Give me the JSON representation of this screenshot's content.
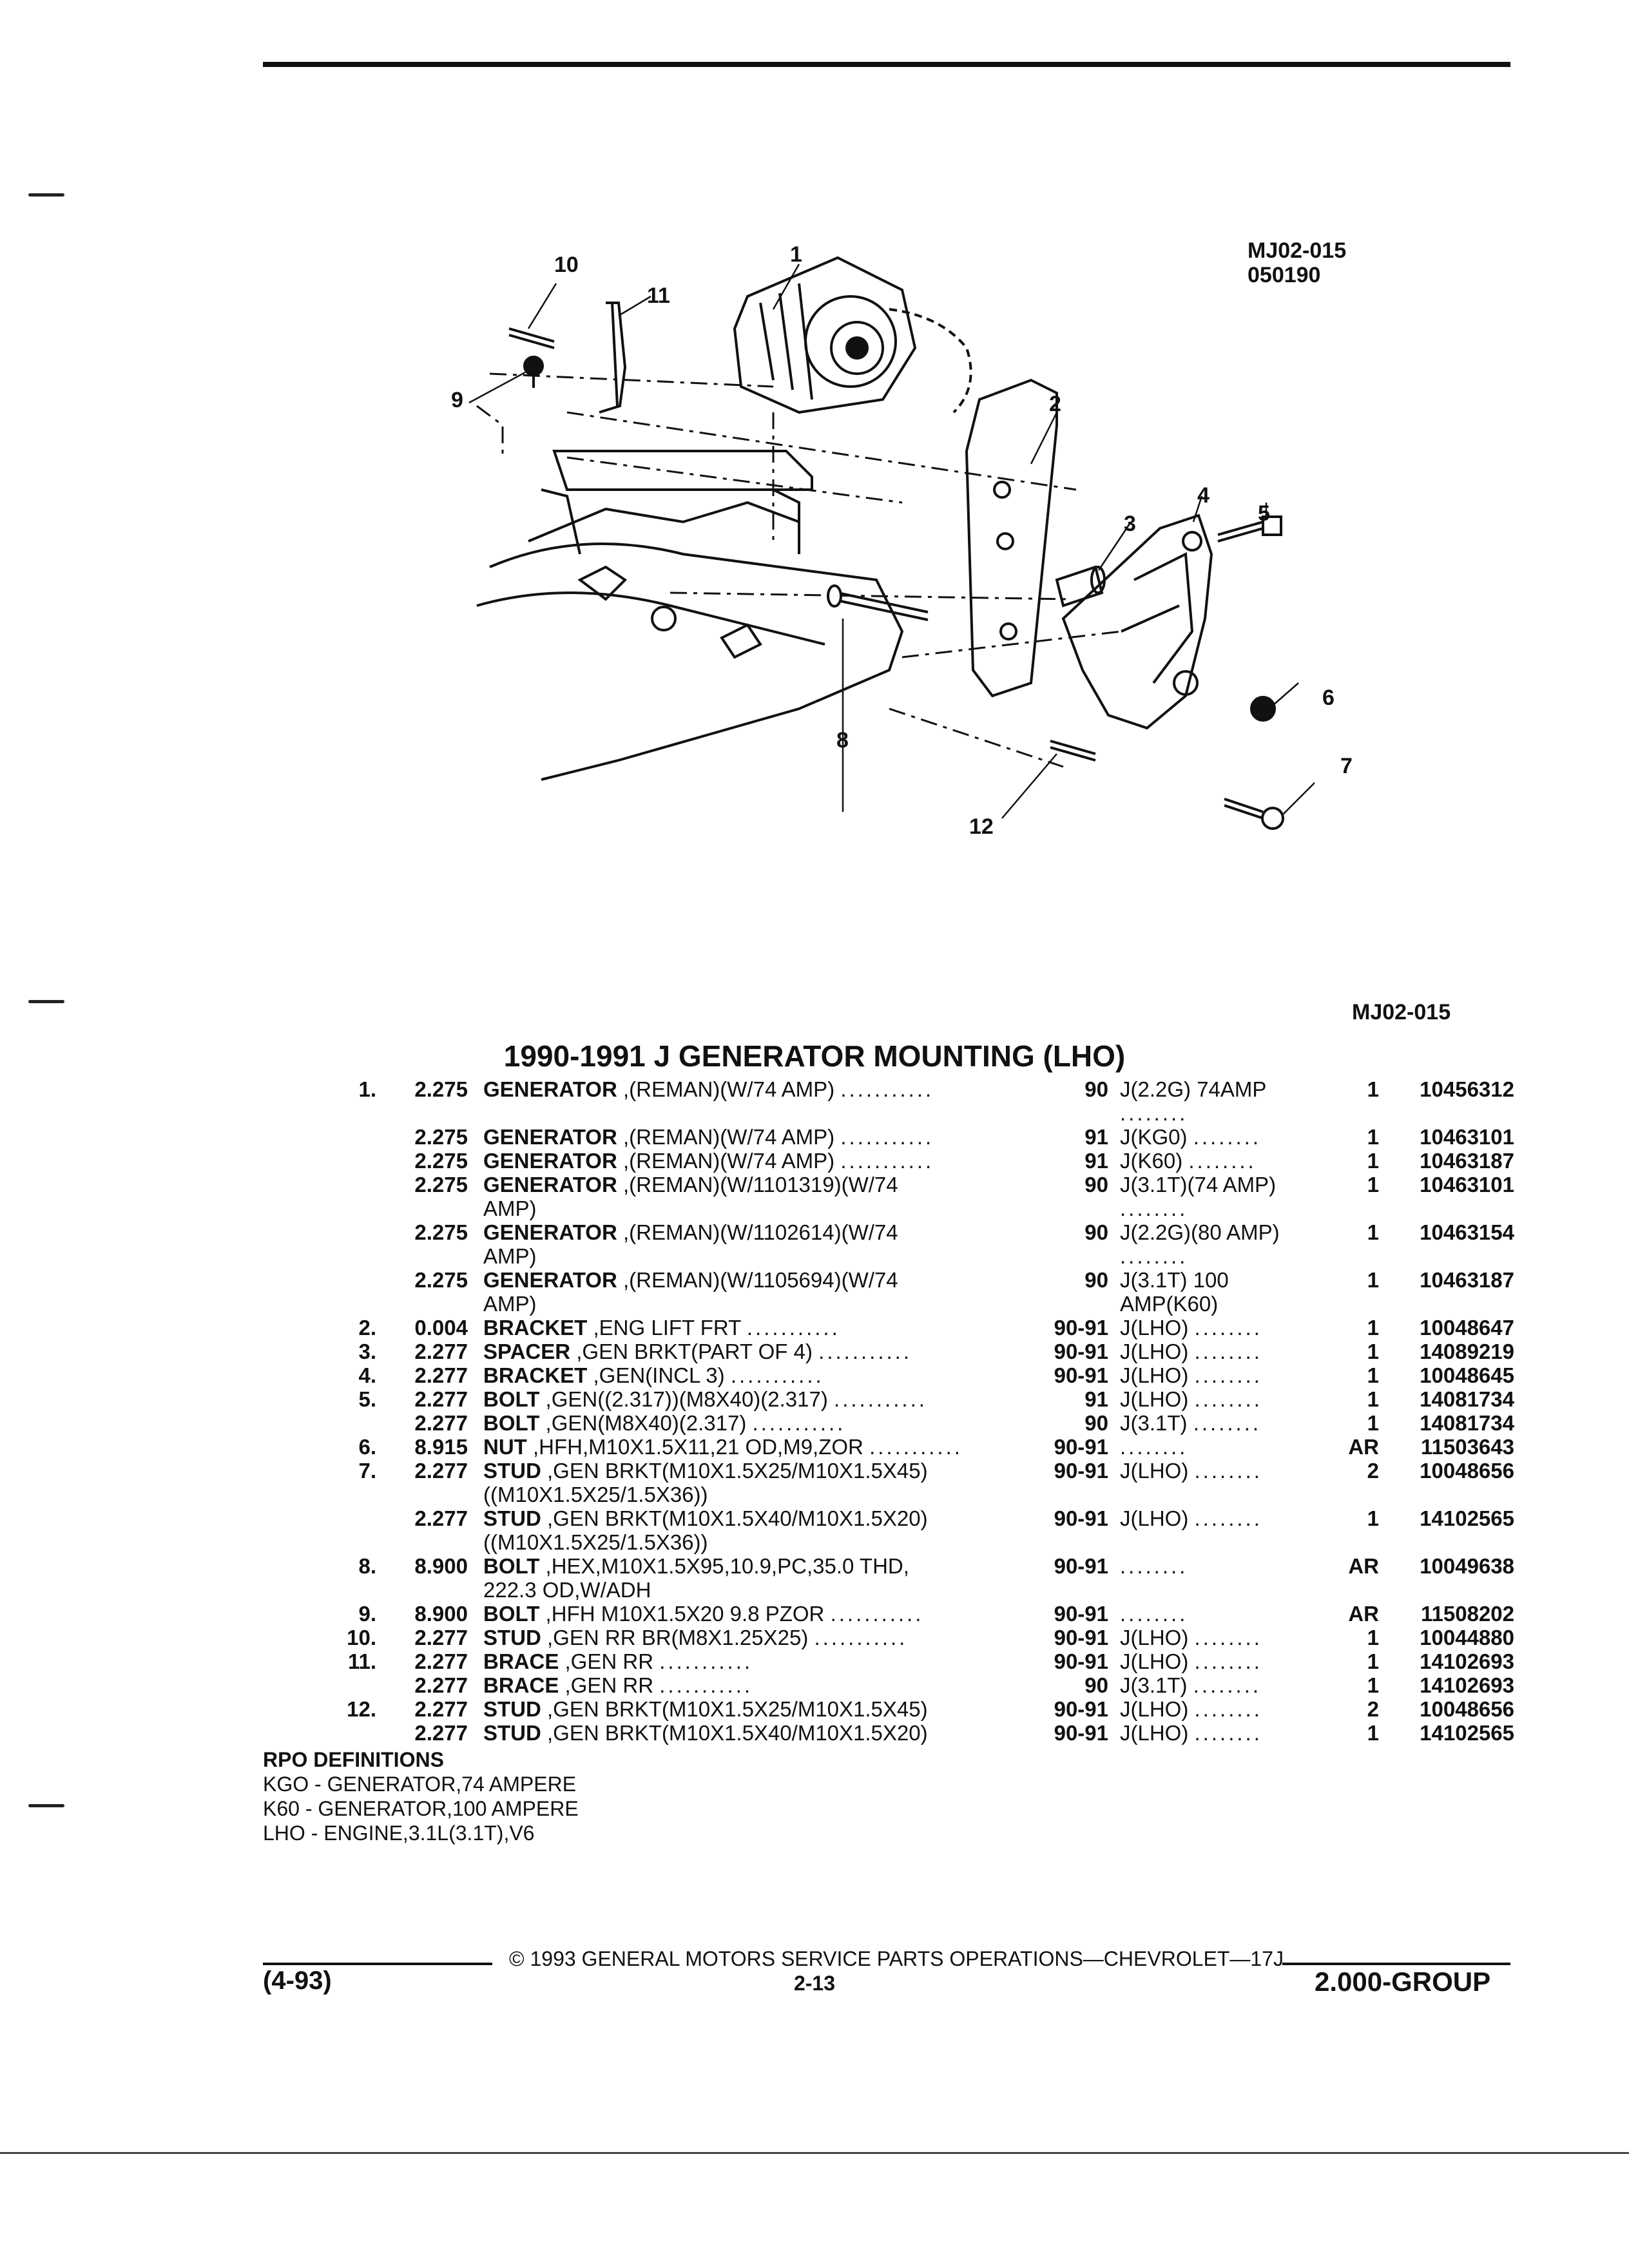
{
  "figure": {
    "code_top": "MJ02-015",
    "date_code": "050190",
    "ref": "MJ02-015",
    "callouts": [
      "1",
      "2",
      "3",
      "4",
      "5",
      "6",
      "7",
      "8",
      "9",
      "10",
      "11",
      "12"
    ]
  },
  "title": "1990-1991 J GENERATOR MOUNTING (LHO)",
  "parts": [
    {
      "ref": "1.",
      "grp": "2.275",
      "name": "GENERATOR",
      "desc": ",(REMAN)(W/74 AMP)",
      "desc2": "",
      "dots": true,
      "yr": "90",
      "model": "J(2.2G) 74AMP",
      "mdots": true,
      "qty": "1",
      "pn": "10456312"
    },
    {
      "ref": "",
      "grp": "2.275",
      "name": "GENERATOR",
      "desc": ",(REMAN)(W/74 AMP)",
      "desc2": "",
      "dots": true,
      "yr": "91",
      "model": "J(KG0)",
      "mdots": true,
      "qty": "1",
      "pn": "10463101"
    },
    {
      "ref": "",
      "grp": "2.275",
      "name": "GENERATOR",
      "desc": ",(REMAN)(W/74 AMP)",
      "desc2": "",
      "dots": true,
      "yr": "91",
      "model": "J(K60)",
      "mdots": true,
      "qty": "1",
      "pn": "10463187"
    },
    {
      "ref": "",
      "grp": "2.275",
      "name": "GENERATOR",
      "desc": ",(REMAN)(W/1101319)(W/74",
      "desc2": "AMP)",
      "dots": false,
      "yr": "90",
      "model": "J(3.1T)(74 AMP)",
      "mdots": true,
      "qty": "1",
      "pn": "10463101"
    },
    {
      "ref": "",
      "grp": "2.275",
      "name": "GENERATOR",
      "desc": ",(REMAN)(W/1102614)(W/74",
      "desc2": "AMP)",
      "dots": false,
      "yr": "90",
      "model": "J(2.2G)(80 AMP)",
      "mdots": true,
      "qty": "1",
      "pn": "10463154"
    },
    {
      "ref": "",
      "grp": "2.275",
      "name": "GENERATOR",
      "desc": ",(REMAN)(W/1105694)(W/74",
      "desc2": "AMP)",
      "dots": false,
      "yr": "90",
      "model": "J(3.1T) 100",
      "model2": "AMP(K60)",
      "mdots": false,
      "qty": "1",
      "pn": "10463187"
    },
    {
      "ref": "2.",
      "grp": "0.004",
      "name": "BRACKET",
      "desc": ",ENG LIFT FRT",
      "desc2": "",
      "dots": true,
      "yr": "90-91",
      "model": "J(LHO)",
      "mdots": true,
      "qty": "1",
      "pn": "10048647"
    },
    {
      "ref": "3.",
      "grp": "2.277",
      "name": "SPACER",
      "desc": ",GEN BRKT(PART OF 4)",
      "desc2": "",
      "dots": true,
      "yr": "90-91",
      "model": "J(LHO)",
      "mdots": true,
      "qty": "1",
      "pn": "14089219"
    },
    {
      "ref": "4.",
      "grp": "2.277",
      "name": "BRACKET",
      "desc": ",GEN(INCL 3)",
      "desc2": "",
      "dots": true,
      "yr": "90-91",
      "model": "J(LHO)",
      "mdots": true,
      "qty": "1",
      "pn": "10048645"
    },
    {
      "ref": "5.",
      "grp": "2.277",
      "name": "BOLT",
      "desc": ",GEN((2.317))(M8X40)(2.317)",
      "desc2": "",
      "dots": true,
      "yr": "91",
      "model": "J(LHO)",
      "mdots": true,
      "qty": "1",
      "pn": "14081734"
    },
    {
      "ref": "",
      "grp": "2.277",
      "name": "BOLT",
      "desc": ",GEN(M8X40)(2.317)",
      "desc2": "",
      "dots": true,
      "yr": "90",
      "model": "J(3.1T)",
      "mdots": true,
      "qty": "1",
      "pn": "14081734"
    },
    {
      "ref": "6.",
      "grp": "8.915",
      "name": "NUT",
      "desc": ",HFH,M10X1.5X11,21 OD,M9,ZOR",
      "desc2": "",
      "dots": true,
      "yr": "90-91",
      "model": "",
      "mdots": true,
      "qty": "AR",
      "pn": "11503643"
    },
    {
      "ref": "7.",
      "grp": "2.277",
      "name": "STUD",
      "desc": ",GEN BRKT(M10X1.5X25/M10X1.5X45)",
      "desc2": "((M10X1.5X25/1.5X36))",
      "dots": false,
      "yr": "90-91",
      "model": "J(LHO)",
      "mdots": true,
      "qty": "2",
      "pn": "10048656"
    },
    {
      "ref": "",
      "grp": "2.277",
      "name": "STUD",
      "desc": ",GEN BRKT(M10X1.5X40/M10X1.5X20)",
      "desc2": "((M10X1.5X25/1.5X36))",
      "dots": false,
      "yr": "90-91",
      "model": "J(LHO)",
      "mdots": true,
      "qty": "1",
      "pn": "14102565"
    },
    {
      "ref": "8.",
      "grp": "8.900",
      "name": "BOLT",
      "desc": ",HEX,M10X1.5X95,10.9,PC,35.0 THD,",
      "desc2": "222.3 OD,W/ADH",
      "dots": false,
      "yr": "90-91",
      "model": "",
      "mdots": true,
      "qty": "AR",
      "pn": "10049638"
    },
    {
      "ref": "9.",
      "grp": "8.900",
      "name": "BOLT",
      "desc": ",HFH M10X1.5X20 9.8 PZOR",
      "desc2": "",
      "dots": true,
      "yr": "90-91",
      "model": "",
      "mdots": true,
      "qty": "AR",
      "pn": "11508202"
    },
    {
      "ref": "10.",
      "grp": "2.277",
      "name": "STUD",
      "desc": ",GEN RR BR(M8X1.25X25)",
      "desc2": "",
      "dots": true,
      "yr": "90-91",
      "model": "J(LHO)",
      "mdots": true,
      "qty": "1",
      "pn": "10044880"
    },
    {
      "ref": "11.",
      "grp": "2.277",
      "name": "BRACE",
      "desc": ",GEN RR",
      "desc2": "",
      "dots": true,
      "yr": "90-91",
      "model": "J(LHO)",
      "mdots": true,
      "qty": "1",
      "pn": "14102693"
    },
    {
      "ref": "",
      "grp": "2.277",
      "name": "BRACE",
      "desc": ",GEN RR",
      "desc2": "",
      "dots": true,
      "yr": "90",
      "model": "J(3.1T)",
      "mdots": true,
      "qty": "1",
      "pn": "14102693"
    },
    {
      "ref": "12.",
      "grp": "2.277",
      "name": "STUD",
      "desc": ",GEN BRKT(M10X1.5X25/M10X1.5X45)",
      "desc2": "",
      "dots": false,
      "yr": "90-91",
      "model": "J(LHO)",
      "mdots": true,
      "qty": "2",
      "pn": "10048656"
    },
    {
      "ref": "",
      "grp": "2.277",
      "name": "STUD",
      "desc": ",GEN BRKT(M10X1.5X40/M10X1.5X20)",
      "desc2": "",
      "dots": false,
      "yr": "90-91",
      "model": "J(LHO)",
      "mdots": true,
      "qty": "1",
      "pn": "14102565"
    }
  ],
  "rpo": {
    "heading": "RPO DEFINITIONS",
    "items": [
      "KGO - GENERATOR,74 AMPERE",
      "K60 - GENERATOR,100 AMPERE",
      "LHO - ENGINE,3.1L(3.1T),V6"
    ]
  },
  "footer": {
    "copyright": "© 1993 GENERAL MOTORS SERVICE PARTS OPERATIONS—CHEVROLET—17J",
    "date": "(4-93)",
    "page": "2-13",
    "group": "2.000-GROUP"
  }
}
